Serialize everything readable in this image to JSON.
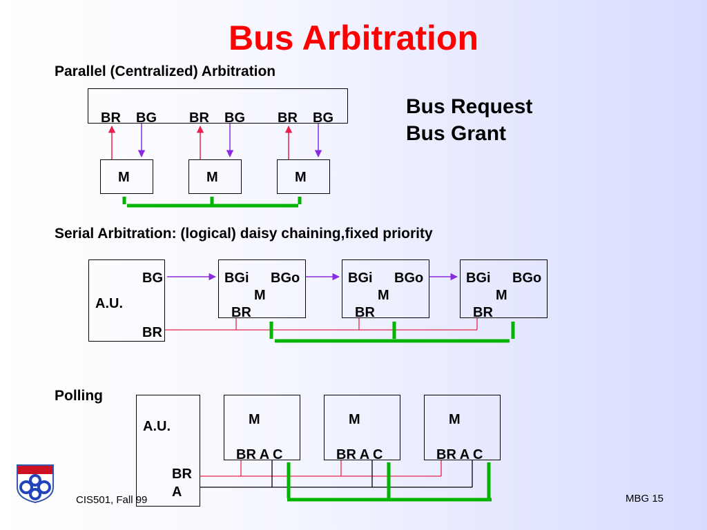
{
  "title": "Bus Arbitration",
  "sections": {
    "parallel": {
      "heading": "Parallel (Centralized)  Arbitration",
      "signals": [
        "BR",
        "BG",
        "BR",
        "BG",
        "BR",
        "BG"
      ],
      "modules": [
        "M",
        "M",
        "M"
      ]
    },
    "legend": {
      "line1": "Bus Request",
      "line2": "Bus Grant"
    },
    "serial": {
      "heading": "Serial Arbitration: (logical) daisy chaining,fixed priority",
      "au": {
        "label": "A.U.",
        "bg": "BG",
        "br": "BR"
      },
      "modules": [
        {
          "bgi": "BGi",
          "bgo": "BGo",
          "m": "M",
          "br": "BR"
        },
        {
          "bgi": "BGi",
          "bgo": "BGo",
          "m": "M",
          "br": "BR"
        },
        {
          "bgi": "BGi",
          "bgo": "BGo",
          "m": "M",
          "br": "BR"
        }
      ]
    },
    "polling": {
      "heading": "Polling",
      "au": {
        "label": "A.U.",
        "br": "BR",
        "a": "A"
      },
      "modules": [
        {
          "m": "M",
          "signals": "BR A C"
        },
        {
          "m": "M",
          "signals": "BR A C"
        },
        {
          "m": "M",
          "signals": "BR A C"
        }
      ]
    }
  },
  "footer": {
    "left": "CIS501, Fall 99",
    "right": "MBG  15"
  },
  "colors": {
    "title": "#ff0000",
    "request": "#e8224a",
    "grant": "#8a2be2",
    "bus": "#00b400"
  }
}
